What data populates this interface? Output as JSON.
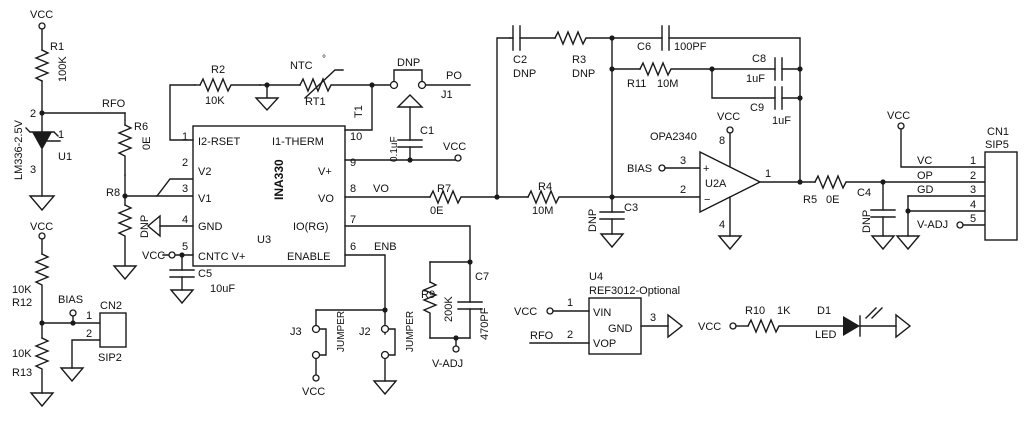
{
  "supply": {
    "vcc": "VCC"
  },
  "r1": {
    "ref": "R1",
    "value": "100K"
  },
  "u1": {
    "part": "LM336-2.5V",
    "ref": "U1",
    "pin1": "1",
    "pin2": "2",
    "pin3": "3"
  },
  "rfo_label": "RFO",
  "r6": {
    "ref": "R6",
    "value": "0E"
  },
  "r8": {
    "ref": "R8",
    "value": "DNP"
  },
  "u3": {
    "part": "INA330",
    "ref": "U3",
    "pins_left": [
      {
        "num": "1",
        "name": "I2-RSET"
      },
      {
        "num": "2",
        "name": "V2"
      },
      {
        "num": "3",
        "name": "V1"
      },
      {
        "num": "4",
        "name": "GND"
      },
      {
        "num": "5",
        "name": "CNTC V+"
      }
    ],
    "pins_right": [
      {
        "num": "10",
        "name": "I1-THERM"
      },
      {
        "num": "9",
        "name": "V+"
      },
      {
        "num": "8",
        "name": "VO"
      },
      {
        "num": "7",
        "name": "IO(RG)"
      },
      {
        "num": "6",
        "name": "ENABLE"
      }
    ]
  },
  "r2": {
    "ref": "R2",
    "value": "10K"
  },
  "rt1": {
    "type": "NTC",
    "ref": "RT1",
    "pin": "T1"
  },
  "j1": {
    "dnp": "DNP",
    "label": "PO",
    "ref": "J1"
  },
  "c1": {
    "ref": "C1",
    "value": "0.1uF"
  },
  "c5": {
    "ref": "C5",
    "value": "10uF"
  },
  "net_vo": "VO",
  "r7": {
    "ref": "R7",
    "value": "0E"
  },
  "net_enb": "ENB",
  "r9": {
    "ref": "R9",
    "value": "200K"
  },
  "c7": {
    "ref": "C7",
    "value": "470PF"
  },
  "vadj": "V-ADJ",
  "j3": {
    "ref": "J3",
    "type": "JUMPER"
  },
  "j2": {
    "ref": "J2",
    "type": "JUMPER"
  },
  "r12": {
    "ref": "R12",
    "value": "10K"
  },
  "r13": {
    "ref": "R13",
    "value": "10K"
  },
  "bias_label": "BIAS",
  "cn2": {
    "ref": "CN2",
    "type": "SIP2",
    "pins": [
      "1",
      "2"
    ]
  },
  "c2": {
    "ref": "C2",
    "value": "DNP"
  },
  "r3": {
    "ref": "R3",
    "value": "DNP"
  },
  "c6": {
    "ref": "C6",
    "value": "100PF"
  },
  "c8": {
    "ref": "C8",
    "value": "1uF"
  },
  "r11": {
    "ref": "R11",
    "value": "10M"
  },
  "c9": {
    "ref": "C9",
    "value": "1uF"
  },
  "r4": {
    "ref": "R4",
    "value": "10M"
  },
  "c3": {
    "ref": "C3",
    "value": "DNP"
  },
  "u2a": {
    "ref": "U2A",
    "part": "OPA2340",
    "pin_inp": "3",
    "pin_inn": "2",
    "pin_out": "1",
    "pin_vcc": "8",
    "pin_gnd": "4"
  },
  "r5": {
    "ref": "R5",
    "value": "0E"
  },
  "c4": {
    "ref": "C4",
    "value": "DNP"
  },
  "cn1": {
    "ref": "CN1",
    "type": "SIP5",
    "pins": [
      {
        "num": "1",
        "net": "VC"
      },
      {
        "num": "2",
        "net": "OP"
      },
      {
        "num": "3",
        "net": "GD"
      },
      {
        "num": "4",
        "net": ""
      },
      {
        "num": "5",
        "net": "V-ADJ"
      }
    ]
  },
  "u4": {
    "ref": "U4",
    "part": "REF3012-Optional",
    "pin_vin": "VIN",
    "pin_gnd": "GND",
    "pin_vop": "VOP",
    "n1": "1",
    "n2": "2",
    "n3": "3"
  },
  "r10": {
    "ref": "R10",
    "value": "1K"
  },
  "d1": {
    "ref": "D1",
    "type": "LED"
  }
}
